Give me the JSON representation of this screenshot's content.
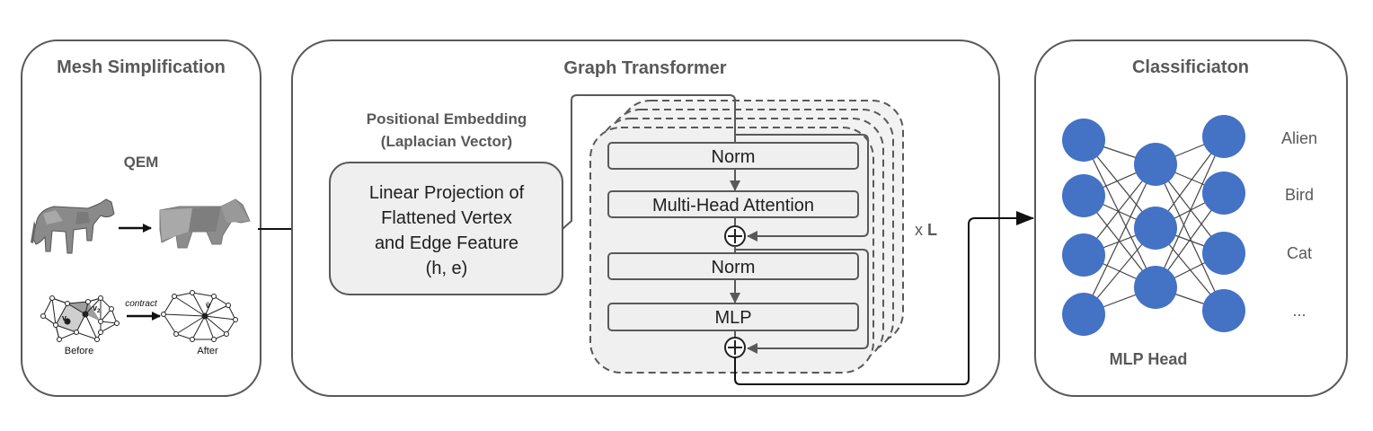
{
  "mesh_simplification": {
    "title": "Mesh Simplification",
    "method": "QEM",
    "contract_label": "contract",
    "before_label": "Before",
    "after_label": "After",
    "v1_label": "v",
    "v1_sub": "1",
    "v2_label": "v",
    "v2_sub": "2",
    "vbar_label": "v̄"
  },
  "graph_transformer": {
    "title": "Graph Transformer",
    "positional_embedding": [
      "Positional Embedding",
      "(Laplacian Vector)"
    ],
    "linear_projection": [
      "Linear Projection of",
      "Flattened Vertex",
      "and Edge Feature",
      "(h, e)"
    ],
    "blocks": {
      "norm1": "Norm",
      "attention": "Multi-Head Attention",
      "norm2": "Norm",
      "mlp": "MLP"
    },
    "repeat_prefix": "x ",
    "repeat_var": "L"
  },
  "classification": {
    "title": "Classificiaton",
    "head_label": "MLP Head",
    "classes": [
      "Alien",
      "Bird",
      "Cat",
      "..."
    ]
  },
  "colors": {
    "node_fill": "#4472c4",
    "panel_border": "#595959",
    "block_fill": "#efefef",
    "text_gray": "#595959"
  }
}
